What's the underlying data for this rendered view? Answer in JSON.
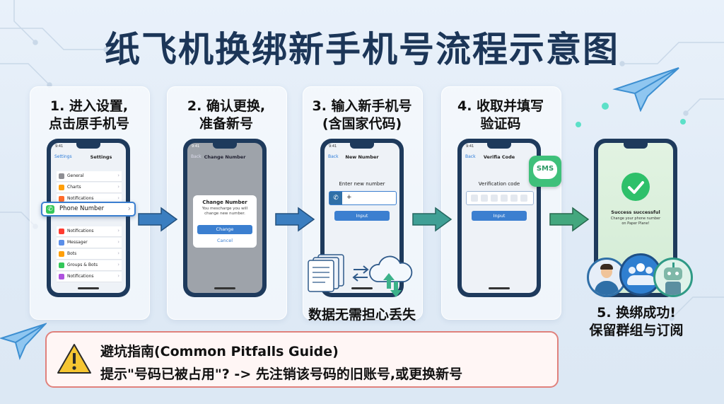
{
  "title": "纸飞机换绑新手机号流程示意图",
  "steps": [
    {
      "label_line1": "1. 进入设置,",
      "label_line2": "点击原手机号"
    },
    {
      "label_line1": "2. 确认更换,",
      "label_line2": "准备新号"
    },
    {
      "label_line1": "3. 输入新手机号",
      "label_line2": "(含国家代码)"
    },
    {
      "label_line1": "4. 收取并填写",
      "label_line2": "验证码"
    },
    {
      "label_line1": "5. 换绑成功!",
      "label_line2": "保留群组与订阅"
    }
  ],
  "phone1": {
    "time": "9:41",
    "back": "Settings",
    "title": "Settings",
    "rows": [
      "General",
      "Charts",
      "Notifications",
      "Notifications",
      "Messager",
      "Bots",
      "Groups & Bots",
      "Notifications"
    ],
    "highlight": "Phone Number"
  },
  "phone2": {
    "time": "9:41",
    "back": "Back",
    "title": "Change Number",
    "dialog_title": "Change Number",
    "dialog_text": "You mescharge you will change new number.",
    "change": "Change",
    "cancel": "Cancel"
  },
  "phone3": {
    "time": "9:41",
    "back": "Back",
    "title": "New Number",
    "prompt": "Enter new number",
    "plus": "+",
    "input": "Input"
  },
  "phone4": {
    "time": "9:41",
    "back": "Back",
    "title": "Verifia Code",
    "prompt": "Verification code",
    "input": "Input",
    "sms": "SMS"
  },
  "phone5": {
    "success": "Success successful",
    "sub1": "Change your phone number",
    "sub2": "on Paper Plane!"
  },
  "data_label": "数据无需担心丢失",
  "pitfall": {
    "title": "避坑指南(Common Pitfalls Guide)",
    "text": "提示\"号码已被占用\"? -> 先注销该号码的旧账号,或更换新号"
  },
  "colors": {
    "title": "#1c3658",
    "phone": "#1e3a5c",
    "accent": "#3b7fd0",
    "warning": "#e0817c",
    "arrow_blue": "#2f6fa7",
    "arrow_teal": "#2f9a86"
  }
}
